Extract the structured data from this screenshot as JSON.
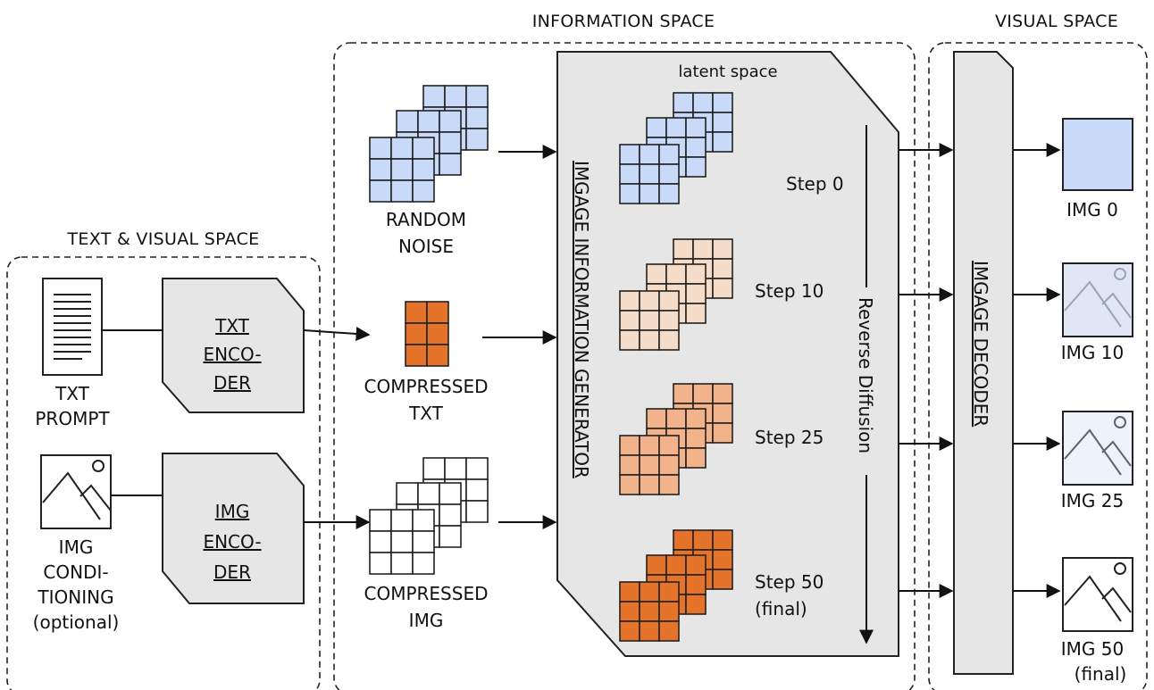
{
  "colors": {
    "noise_blue": "#c9daf8",
    "orange_dark": "#e6732a",
    "orange_mid": "#f2b28a",
    "beige": "#f4dcc8",
    "panel_gray": "#e6e6e6"
  },
  "sections": {
    "text_visual": "TEXT & VISUAL SPACE",
    "information": "INFORMATION SPACE",
    "visual": "VISUAL SPACE"
  },
  "inputs": {
    "txt_prompt": [
      "TXT",
      "PROMPT"
    ],
    "img_conditioning": [
      "IMG",
      "CONDI-",
      "TIONING",
      "(optional)"
    ]
  },
  "encoders": {
    "txt": [
      "TXT",
      "ENCO-",
      "DER"
    ],
    "img": [
      "IMG",
      "ENCO-",
      "DER"
    ]
  },
  "latents": {
    "random_noise": [
      "RANDOM",
      "NOISE"
    ],
    "compressed_txt": [
      "COMPRESSED",
      "TXT"
    ],
    "compressed_img": [
      "COMPRESSED",
      "IMG"
    ]
  },
  "generator": {
    "title": "IMGAGE INFORMATION GENERATOR",
    "latent_space": "latent space",
    "direction": "Reverse Diffusion",
    "steps": [
      {
        "label": "Step 0",
        "note": ""
      },
      {
        "label": "Step 10",
        "note": ""
      },
      {
        "label": "Step 25",
        "note": ""
      },
      {
        "label": "Step 50",
        "note": "(final)"
      }
    ]
  },
  "decoder": {
    "title": "IMGAGE DECODER"
  },
  "outputs": [
    {
      "label": "IMG 0",
      "note": ""
    },
    {
      "label": "IMG 10",
      "note": ""
    },
    {
      "label": "IMG 25",
      "note": ""
    },
    {
      "label": "IMG 50",
      "note": "(final)"
    }
  ]
}
